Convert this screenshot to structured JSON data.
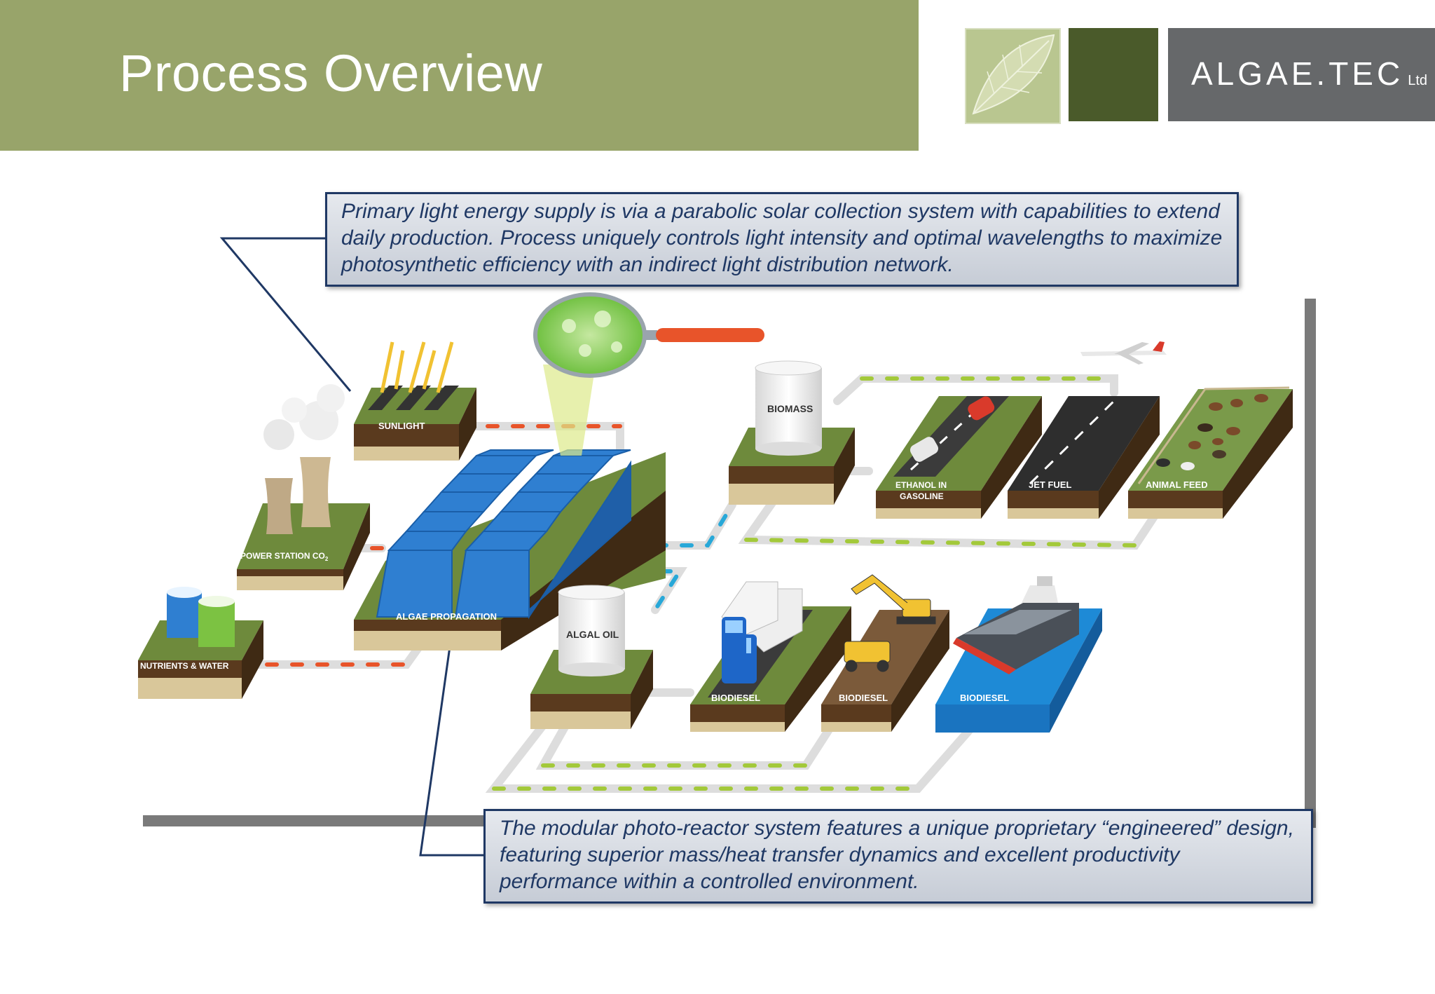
{
  "header": {
    "title": "Process Overview"
  },
  "logo": {
    "name": "ALGAE.TEC",
    "suffix": "Ltd"
  },
  "callouts": {
    "top": "Primary light energy supply is via a parabolic solar collection system with capabilities to extend daily production. Process uniquely controls light intensity and optimal wavelengths to maximize photosynthetic efficiency with an indirect light distribution network.",
    "bottom": "The modular photo-reactor system features a unique proprietary “engineered” design, featuring superior mass/heat transfer dynamics and excellent productivity performance within a controlled environment."
  },
  "nodes": {
    "sunlight": "SUNLIGHT",
    "power_station": "POWER STATION CO",
    "power_station_sub": "2",
    "nutrients": "NUTRIENTS & WATER",
    "algae_propagation": "ALGAE PROPAGATION",
    "biomass": "BIOMASS",
    "ethanol_1": "ETHANOL IN",
    "ethanol_2": "GASOLINE",
    "jet_fuel": "JET FUEL",
    "animal_feed": "ANIMAL FEED",
    "algal_oil": "ALGAL OIL",
    "biodiesel_truck": "BIODIESEL",
    "biodiesel_mining": "BIODIESEL",
    "biodiesel_ship": "BIODIESEL"
  },
  "colors": {
    "header": "#98a46a",
    "callout_border": "#1f3864",
    "grass": "#6e8a3c",
    "soil": "#5a3a1e",
    "sand": "#d9c79a",
    "reactor": "#2f7fd1",
    "pipe_orange": "#e8542a",
    "pipe_green": "#a3c93a",
    "pipe_blue": "#28a8d8",
    "water": "#1e8ad6"
  }
}
